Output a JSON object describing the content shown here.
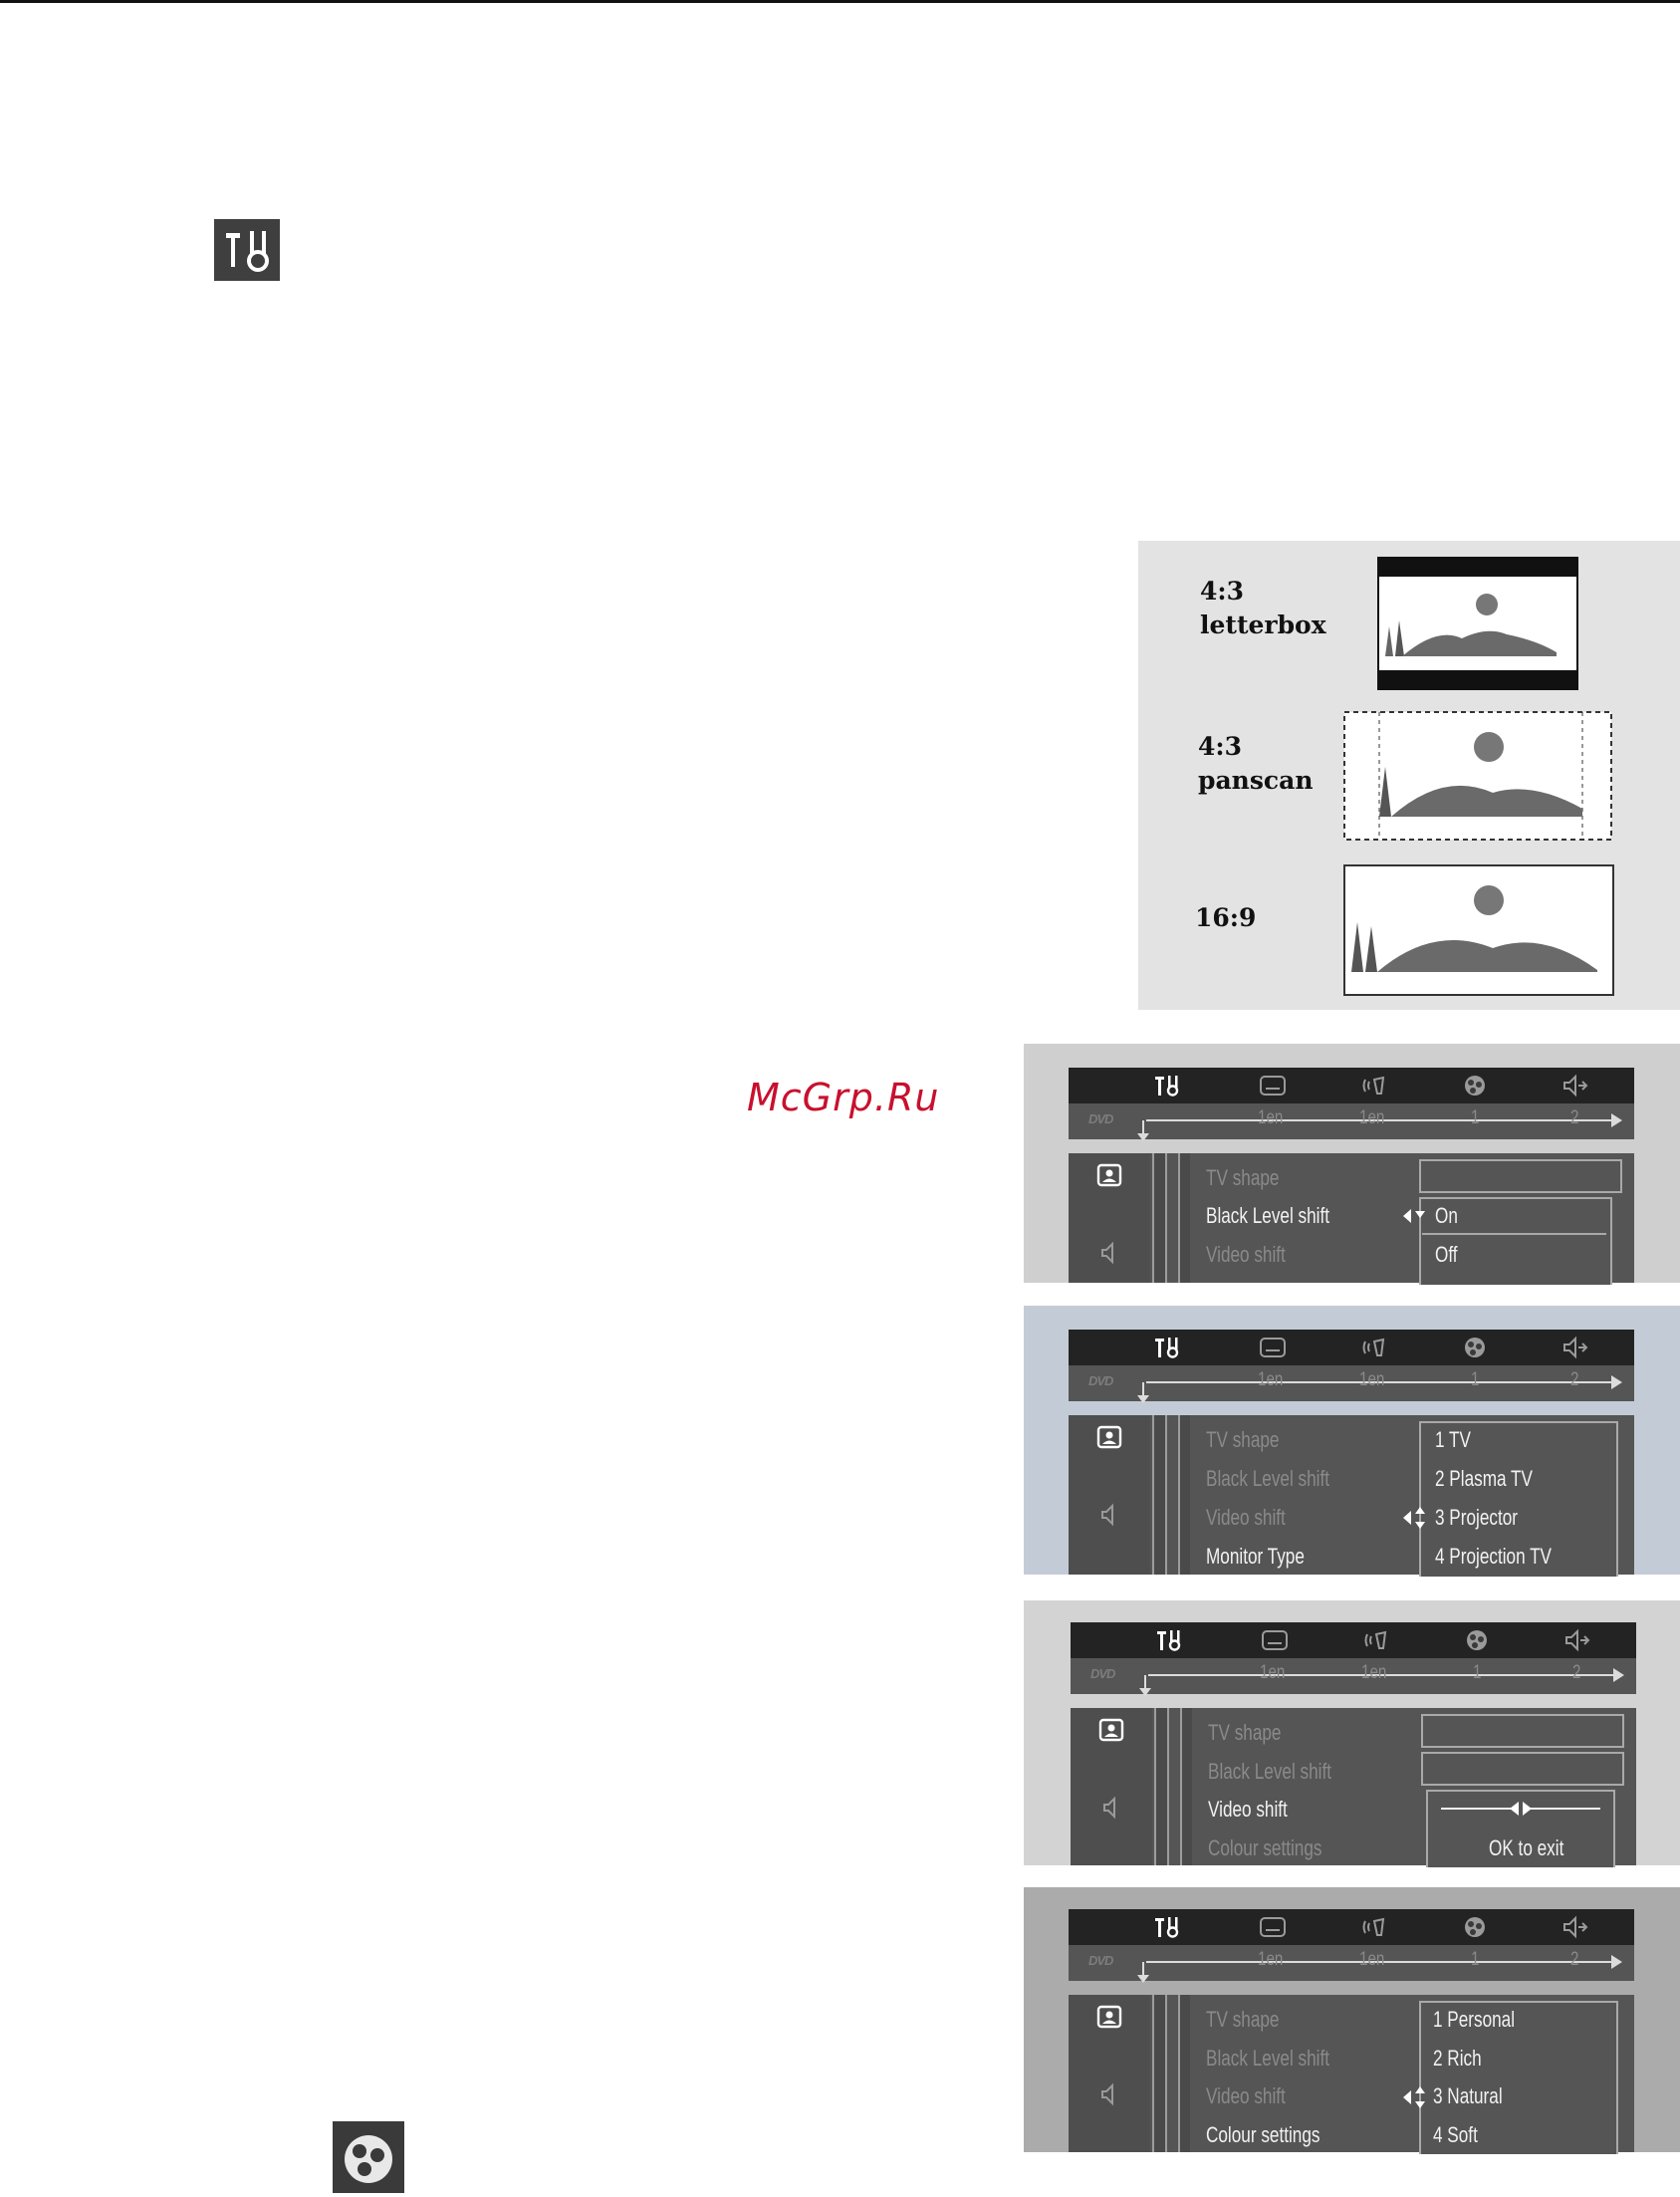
{
  "watermark": "McGrp.Ru",
  "tv_shapes": [
    {
      "line1": "4:3",
      "line2": "letterbox"
    },
    {
      "line1": "4:3",
      "line2": "panscan"
    },
    {
      "line1": "16:9",
      "line2": ""
    }
  ],
  "osd": {
    "tab_values": [
      "1en",
      "1en",
      "1",
      "2"
    ],
    "dvd_logo": "DVD",
    "icons": [
      "setup-icon",
      "subtitle-icon",
      "audio-language-icon",
      "colour-icon",
      "speaker-icon"
    ],
    "side_icons": [
      "picture-icon",
      "sound-icon"
    ]
  },
  "menu1": {
    "items": [
      "TV shape",
      "Black Level shift",
      "Video shift"
    ],
    "options": [
      "On",
      "Off"
    ]
  },
  "menu2": {
    "items": [
      "TV shape",
      "Black Level shift",
      "Video shift",
      "Monitor Type"
    ],
    "options": [
      "1 TV",
      "2 Plasma TV",
      "3 Projector",
      "4 Projection TV"
    ]
  },
  "menu3": {
    "items": [
      "TV shape",
      "Black Level shift",
      "Video shift",
      "Colour settings"
    ],
    "ok_text": "OK to exit"
  },
  "menu4": {
    "items": [
      "TV shape",
      "Black Level shift",
      "Video shift",
      "Colour settings"
    ],
    "options": [
      "1 Personal",
      "2 Rich",
      "3 Natural",
      "4 Soft"
    ]
  }
}
